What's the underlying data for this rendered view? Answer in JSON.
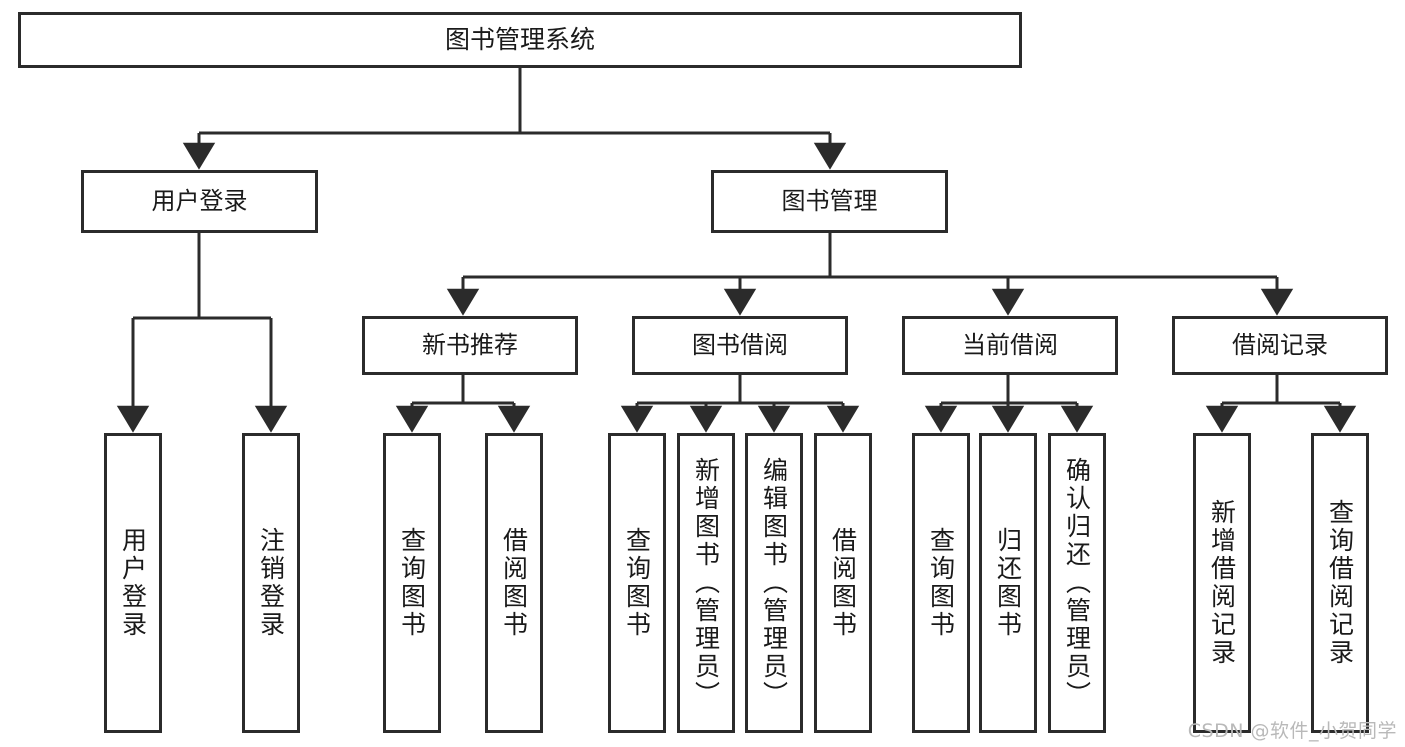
{
  "diagram": {
    "title": "图书管理系统",
    "type": "tree-hierarchy-diagram",
    "root": {
      "label": "图书管理系统"
    },
    "level2": [
      {
        "label": "用户登录"
      },
      {
        "label": "图书管理"
      }
    ],
    "level3": [
      {
        "label": "新书推荐"
      },
      {
        "label": "图书借阅"
      },
      {
        "label": "当前借阅"
      },
      {
        "label": "借阅记录"
      }
    ],
    "leaves": [
      {
        "label": "用户登录"
      },
      {
        "label": "注销登录"
      },
      {
        "label": "查询图书"
      },
      {
        "label": "借阅图书"
      },
      {
        "label": "查询图书"
      },
      {
        "label": "新增图书（管理员）"
      },
      {
        "label": "编辑图书（管理员）"
      },
      {
        "label": "借阅图书"
      },
      {
        "label": "查询图书"
      },
      {
        "label": "归还图书"
      },
      {
        "label": "确认归还（管理员）"
      },
      {
        "label": "新增借阅记录"
      },
      {
        "label": "查询借阅记录"
      }
    ]
  },
  "watermark": {
    "text": "CSDN @软件_小贺同学"
  },
  "colors": {
    "stroke": "#2b2b2b",
    "fill": "#ffffff",
    "text": "#1a1a1a",
    "watermark": "#b9b9b9"
  }
}
